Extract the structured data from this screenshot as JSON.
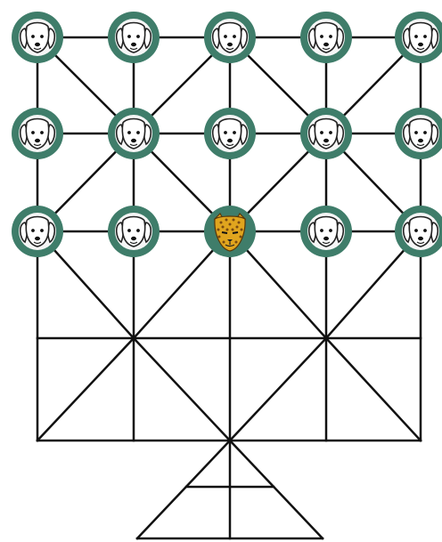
{
  "game": {
    "board_type": "alquerque-style hunt board with triangular extension (leopard and dogs)",
    "colors": {
      "line": "#111111",
      "dog_ring": "#3f7d6a",
      "dog_face": "#ffffff",
      "leopard_ring": "#3f7d6a",
      "leopard_fill": "#e0a51e",
      "leopard_spot": "#7a4a10"
    },
    "pieces": [
      {
        "type": "dog",
        "row": 0,
        "col": 0
      },
      {
        "type": "dog",
        "row": 0,
        "col": 1
      },
      {
        "type": "dog",
        "row": 0,
        "col": 2
      },
      {
        "type": "dog",
        "row": 0,
        "col": 3
      },
      {
        "type": "dog",
        "row": 0,
        "col": 4
      },
      {
        "type": "dog",
        "row": 1,
        "col": 0
      },
      {
        "type": "dog",
        "row": 1,
        "col": 1
      },
      {
        "type": "dog",
        "row": 1,
        "col": 2
      },
      {
        "type": "dog",
        "row": 1,
        "col": 3
      },
      {
        "type": "dog",
        "row": 1,
        "col": 4
      },
      {
        "type": "dog",
        "row": 2,
        "col": 0
      },
      {
        "type": "dog",
        "row": 2,
        "col": 1
      },
      {
        "type": "leopard",
        "row": 2,
        "col": 2
      },
      {
        "type": "dog",
        "row": 2,
        "col": 3
      },
      {
        "type": "dog",
        "row": 2,
        "col": 4
      }
    ],
    "piece_counts": {
      "dogs": 14,
      "leopards": 1
    },
    "icons": {
      "dog": "dog-face-icon",
      "leopard": "leopard-face-icon"
    }
  }
}
